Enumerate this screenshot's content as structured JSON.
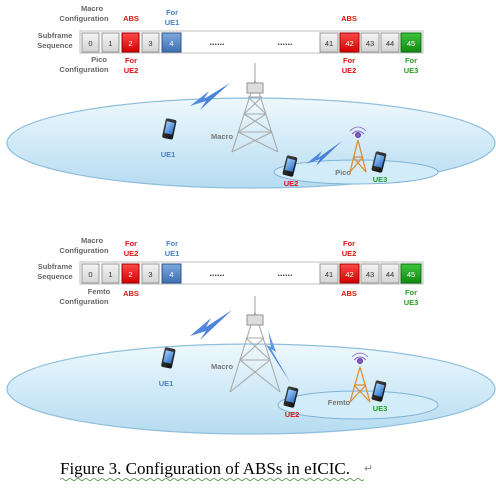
{
  "caption": {
    "text": "Figure 3. Configuration of ABSs in eICIC.",
    "return_mark": "↵"
  },
  "colors": {
    "abs_red": "#e01010",
    "ue1_blue": "#4a7fc1",
    "ue3_green": "#22a022",
    "ellipse_fill": "#cfe9f7",
    "ellipse_stroke": "#8fbfdd",
    "label_gray": "#666666"
  },
  "panels": [
    {
      "id": "pico",
      "row_label": [
        "Subframe",
        "Sequence"
      ],
      "top_config": [
        "Macro",
        "Configuration"
      ],
      "bottom_config": [
        "Pico",
        "Configuration"
      ],
      "cells": [
        "0",
        "1",
        "2",
        "3",
        "4",
        "41",
        "42",
        "43",
        "44",
        "45"
      ],
      "dots": [
        "......",
        "......"
      ],
      "top_notes": {
        "sf2": [
          "ABS"
        ],
        "sf4": [
          "For",
          "UE1"
        ],
        "sf42": [
          "ABS"
        ]
      },
      "bottom_notes": {
        "sf2": [
          "For",
          "UE2"
        ],
        "sf42": [
          "For",
          "UE2"
        ],
        "sf45": [
          "For",
          "UE3"
        ]
      },
      "macro_label": "Macro",
      "small_cell_label": "Pico",
      "ue1_label": "UE1",
      "ue2_label": "UE2",
      "ue3_label": "UE3"
    },
    {
      "id": "femto",
      "row_label": [
        "Subframe",
        "Sequence"
      ],
      "top_config": [
        "Macro",
        "Configuration"
      ],
      "bottom_config": [
        "Femto",
        "Configuration"
      ],
      "cells": [
        "0",
        "1",
        "2",
        "3",
        "4",
        "41",
        "42",
        "43",
        "44",
        "45"
      ],
      "dots": [
        "......",
        "......"
      ],
      "top_notes": {
        "sf2": [
          "For",
          "UE2"
        ],
        "sf4": [
          "For",
          "UE1"
        ],
        "sf42": [
          "For",
          "UE2"
        ]
      },
      "bottom_notes": {
        "sf2": [
          "ABS"
        ],
        "sf42": [
          "ABS"
        ],
        "sf45": [
          "For",
          "UE3"
        ]
      },
      "macro_label": "Macro",
      "small_cell_label": "Femto",
      "ue1_label": "UE1",
      "ue2_label": "UE2",
      "ue3_label": "UE3"
    }
  ]
}
